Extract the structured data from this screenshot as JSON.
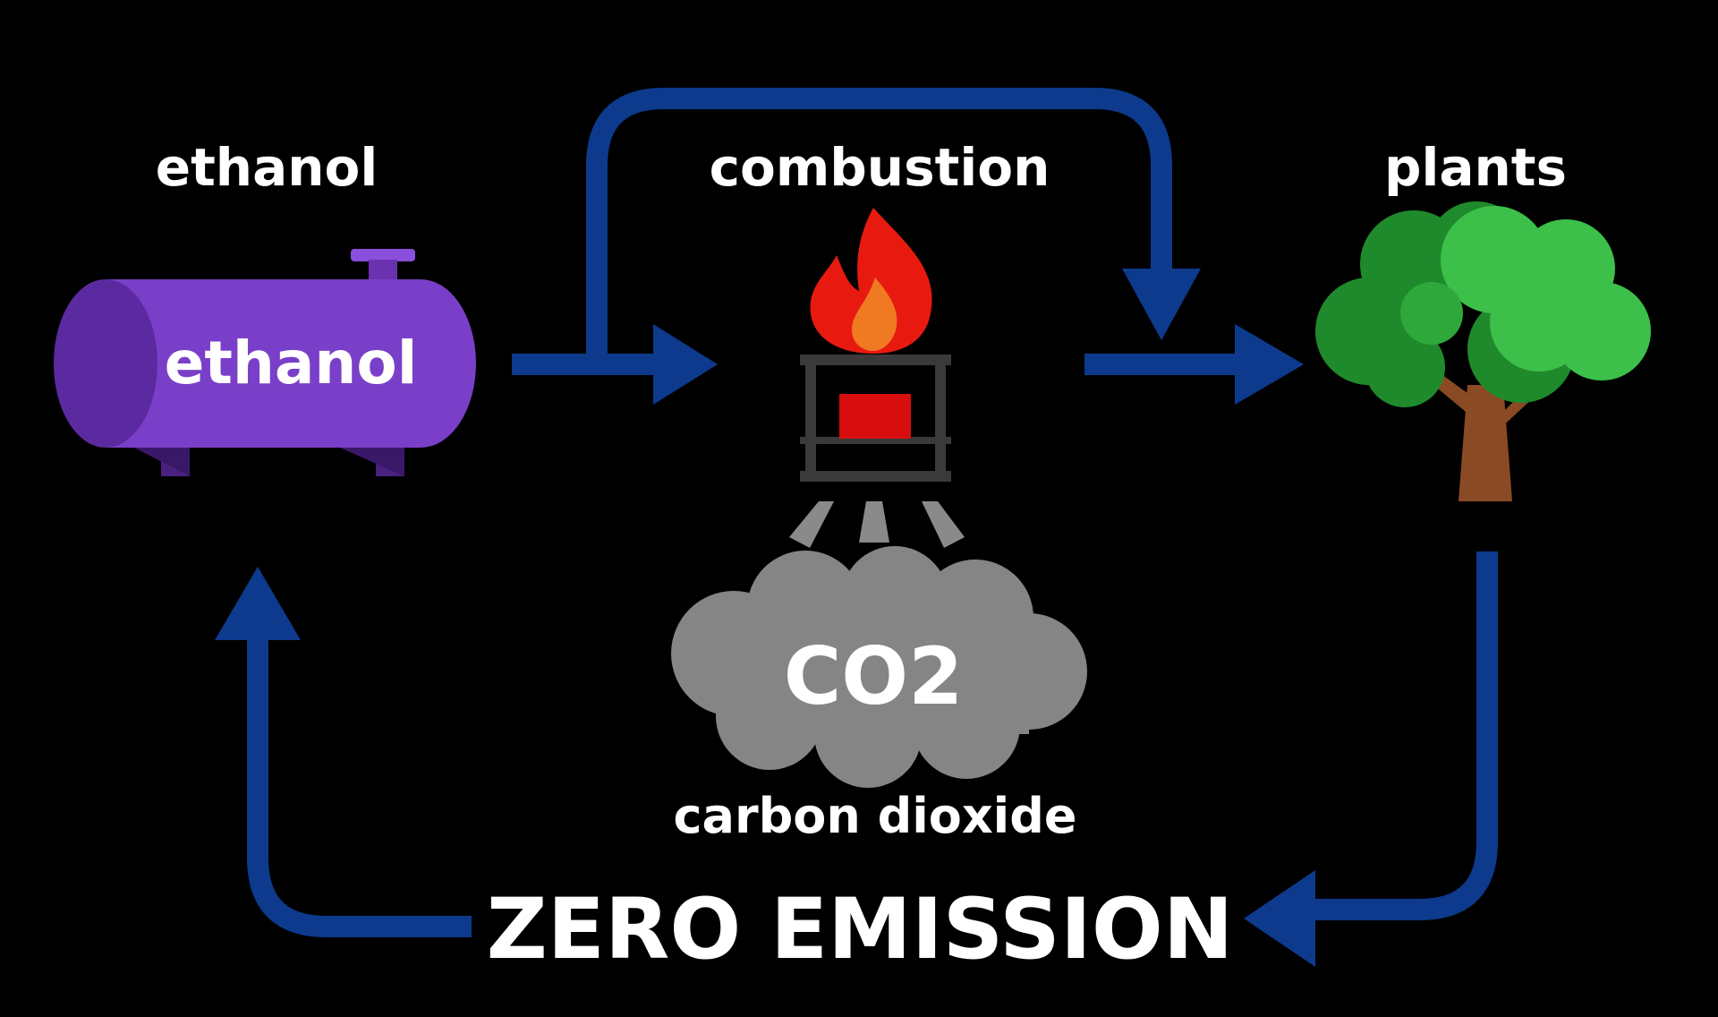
{
  "labels": {
    "ethanol": "ethanol",
    "tank_text": "ethanol",
    "combustion": "combustion",
    "plants": "plants",
    "co2": "CO2",
    "carbon_dioxide": "carbon dioxide",
    "zero_emission": "ZERO EMISSION"
  },
  "colors": {
    "background": "#000000",
    "arrow": "#0d3a8c",
    "tank": "#7a3fc8",
    "flame_outer": "#e81a10",
    "flame_inner": "#f07a22",
    "cloud": "#858585",
    "tree_dark": "#1f8a2c",
    "tree_light": "#3cc04a",
    "trunk": "#8a4a24"
  }
}
